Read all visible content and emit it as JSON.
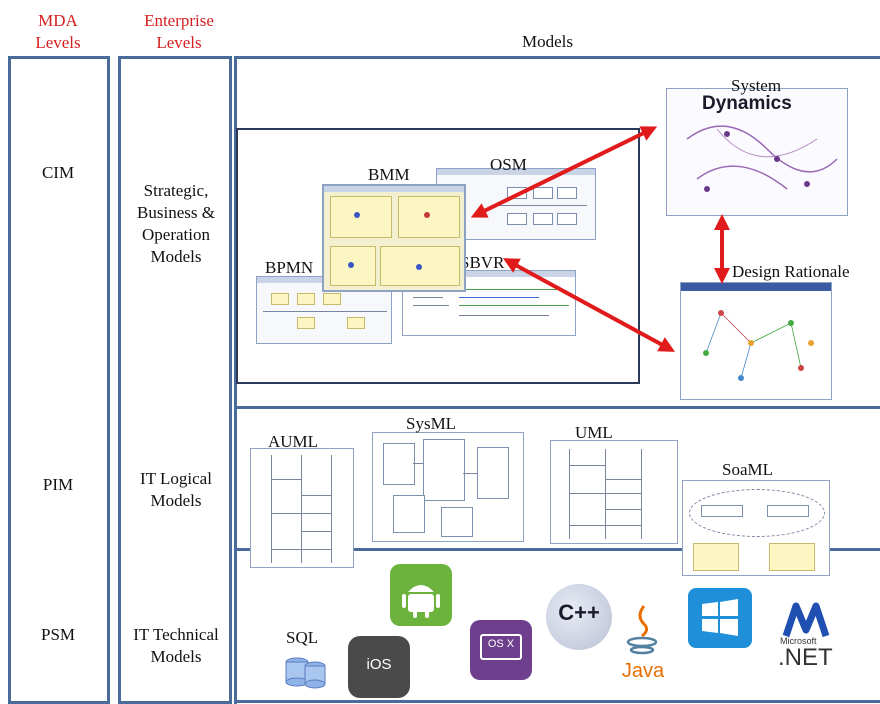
{
  "headers": {
    "mda_levels": "MDA\nLevels",
    "enterprise_levels": "Enterprise\nLevels",
    "models": "Models"
  },
  "mda_levels": {
    "cim": "CIM",
    "pim": "PIM",
    "psm": "PSM"
  },
  "enterprise_levels": {
    "strategic": "Strategic,\nBusiness &\nOperation\nModels",
    "it_logical": "IT Logical\nModels",
    "it_technical": "IT Technical\nModels"
  },
  "cim_models": {
    "bmm": "BMM",
    "osm": "OSM",
    "bpmn": "BPMN",
    "sbvr": "SBVR",
    "system_dynamics_title": "System",
    "system_dynamics_logo": "Dynamics",
    "design_rationale": "Design Rationale"
  },
  "pim_models": {
    "auml": "AUML",
    "sysml": "SysML",
    "uml": "UML",
    "soaml": "SoaML"
  },
  "psm_models": {
    "sql": "SQL",
    "ios": "iOS",
    "osx": "OS X",
    "cpp": "C++",
    "java": "Java",
    "microsoft": "Microsoft",
    "net": ".NET"
  },
  "colors": {
    "header_red": "#d61f1f",
    "frame_blue": "#4a6a9a",
    "arrow_red": "#e11b1b"
  }
}
